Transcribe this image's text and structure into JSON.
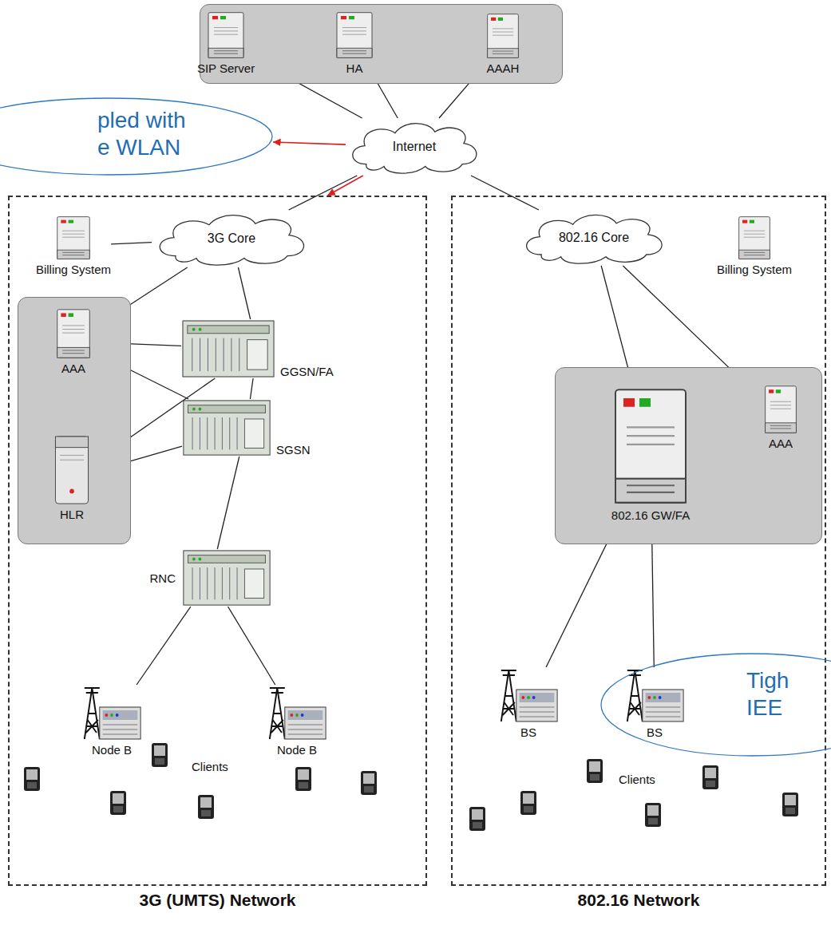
{
  "diagram": {
    "nodes": [
      {
        "text": []
      },
      {
        "text": [
          "SIP Server"
        ],
        "in": 0
      },
      {
        "text": [
          "HA"
        ],
        "in": 0
      },
      {
        "text": [
          "AAAH"
        ],
        "in": 0
      },
      {
        "text": [
          "Internet"
        ]
      },
      {
        "text": [
          "pled with e WLAN"
        ]
      },
      {
        "text": [
          "3G (UMTS) Network"
        ]
      },
      {
        "text": [
          "3G Core"
        ],
        "in": 6
      },
      {
        "text": [
          "Billing System"
        ],
        "in": 6
      },
      {
        "text": [],
        "in": 6
      },
      {
        "text": [
          "AAA"
        ],
        "in": 9
      },
      {
        "text": [
          "HLR"
        ],
        "in": 9
      },
      {
        "text": [
          "GGSN/FA"
        ],
        "in": 6
      },
      {
        "text": [
          "SGSN"
        ],
        "in": 6
      },
      {
        "text": [
          "RNC"
        ],
        "in": 6
      },
      {
        "text": [
          "Node B"
        ],
        "in": 6
      },
      {
        "text": [
          "Node B"
        ],
        "in": 6
      },
      {
        "text": [
          "802.16 Network"
        ]
      },
      {
        "text": [
          "802.16 Core"
        ],
        "in": 17
      },
      {
        "text": [
          "Billing System"
        ],
        "in": 17
      },
      {
        "text": [],
        "in": 17
      },
      {
        "text": [
          "AAA"
        ],
        "in": 20
      },
      {
        "text": [
          "802.16 GW/FA"
        ],
        "in": 20
      },
      {
        "text": [
          "BS"
        ],
        "in": 17
      },
      {
        "text": [
          "BS"
        ],
        "in": 17
      },
      {
        "text": [
          "Tigh IEE"
        ]
      }
    ],
    "edges": [
      {
        "from": 1,
        "to": 4,
        "arrow": "none"
      },
      {
        "from": 2,
        "to": 4,
        "arrow": "none"
      },
      {
        "from": 3,
        "to": 4,
        "arrow": "none"
      },
      {
        "from": 2,
        "to": 3,
        "arrow": "none"
      },
      {
        "from": 4,
        "to": 7,
        "arrow": "none"
      },
      {
        "from": 4,
        "to": 18,
        "arrow": "none"
      },
      {
        "from": 4,
        "to": 5,
        "arrow": "to"
      },
      {
        "from": 4,
        "to": 6,
        "arrow": "to"
      },
      {
        "from": 7,
        "to": 8,
        "arrow": "none"
      },
      {
        "from": 7,
        "to": 12,
        "arrow": "none"
      },
      {
        "from": 7,
        "to": 10,
        "arrow": "none"
      },
      {
        "from": 10,
        "to": 11,
        "arrow": "none"
      },
      {
        "from": 10,
        "to": 12,
        "arrow": "none"
      },
      {
        "from": 10,
        "to": 13,
        "arrow": "none"
      },
      {
        "from": 11,
        "to": 12,
        "arrow": "none"
      },
      {
        "from": 11,
        "to": 13,
        "arrow": "none"
      },
      {
        "from": 12,
        "to": 13,
        "arrow": "none"
      },
      {
        "from": 13,
        "to": 14,
        "arrow": "none"
      },
      {
        "from": 14,
        "to": 15,
        "arrow": "none"
      },
      {
        "from": 14,
        "to": 16,
        "arrow": "none"
      },
      {
        "from": 18,
        "to": 22,
        "arrow": "none"
      },
      {
        "from": 18,
        "to": 21,
        "arrow": "none"
      },
      {
        "from": 22,
        "to": 23,
        "arrow": "none"
      },
      {
        "from": 22,
        "to": 24,
        "arrow": "none"
      }
    ],
    "labels": [
      "Clients",
      "Clients"
    ]
  }
}
